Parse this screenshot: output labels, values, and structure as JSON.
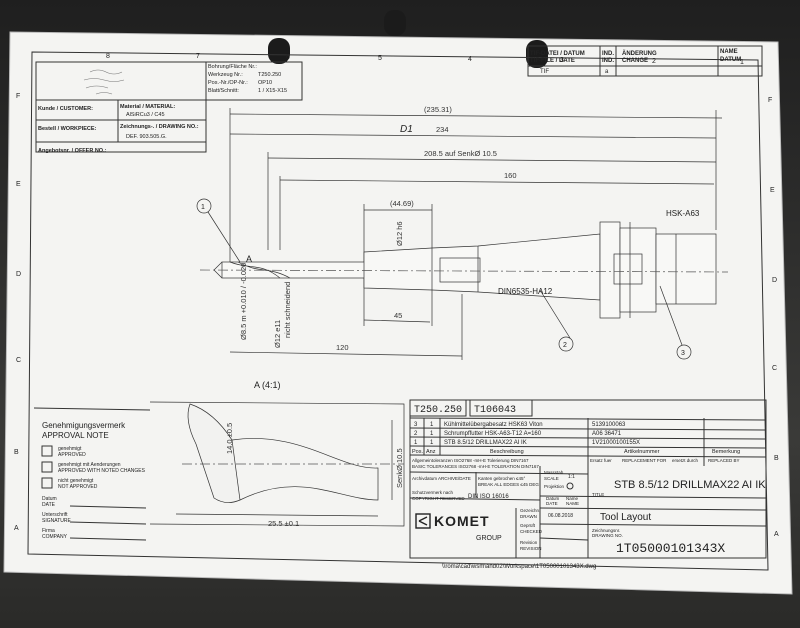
{
  "revision_table": {
    "head1": "TIF-DATEI / DATUM",
    "head1b": "TIF-FILE / DATE",
    "head2": "IND.",
    "head2b": "IND.",
    "head3": "ÄNDERUNG",
    "head3b": "CHANGE",
    "head4": "NAME",
    "head4b": "DATUM",
    "row_tif": "TIF",
    "row_ind": "a"
  },
  "top_left": {
    "k1": "Bohrung/Fläche Nr.:",
    "k2": "Werkzeug Nr.:",
    "v2": "T250.250",
    "k3": "Pos.-Nr./OP-Nr.:",
    "v3": "OP10",
    "k4": "Blatt/Schnitt:",
    "v4": "1 / X15-X15",
    "customer": "Kunde / CUSTOMER:",
    "material": "Material / MATERIAL:",
    "material_val": "AlSiRCu3 / C45",
    "workpiece": "Bestell / WORKPIECE:",
    "drawing_no": "Zeichnungs-. / DRAWING NO.:",
    "drawing_val": "DEF. 903.505.G.",
    "offer": "Angebotsnr. / OFFER NO.:"
  },
  "dims": {
    "d1": "(235.31)",
    "d2": "234",
    "d2_mark": "D1",
    "d3": "208.5 auf SenkØ 10.5",
    "d4": "160",
    "d5": "(44.69)",
    "d6": "Ø12 h6",
    "d7": "45",
    "d8": "120",
    "d9": "Ø8.5 m +0.010 / -0.020",
    "d10": "Ø12 e11",
    "d10b": "nicht schneidend",
    "hsk": "HSK-A63",
    "din": "DIN6535-HA12",
    "detail": "A (4:1)",
    "view_a": "A",
    "senk": "SenkØ 10.5",
    "d_len": "25.5 ±0.1",
    "d_dia": "14.0 ±0.5",
    "c1": "1",
    "c2": "2",
    "c3": "3"
  },
  "approval": {
    "title1": "Genehmigungsvermerk",
    "title2": "APPROVAL NOTE",
    "opt1a": "genehmigt",
    "opt1b": "APPROVED",
    "opt2a": "genehmigt mit Aenderungen",
    "opt2b": "APPROVED WITH NOTED CHANGES",
    "opt3a": "nicht genehmigt",
    "opt3b": "NOT APPROVED",
    "date_a": "Datum",
    "date_b": "DATE",
    "sig_a": "Unterschrift",
    "sig_b": "SIGNATURE",
    "firm_a": "Firma",
    "firm_b": "COMPANY"
  },
  "title_block": {
    "tool_no": "T250.250",
    "tool_no2": "T106043",
    "rows": [
      {
        "pos": "3",
        "qty": "1",
        "desc": "Kühlmittelübergabesatz HSK63 Viton",
        "part": "5139100063"
      },
      {
        "pos": "2",
        "qty": "1",
        "desc": "Schrumpffutter HSK-A63-T12 A=160",
        "part": "A06 36471"
      },
      {
        "pos": "1",
        "qty": "1",
        "desc": "STB 8.5/12 DRILLMAX22 AI IK",
        "part": "1V21000100155X"
      }
    ],
    "h_pos": "Pos.",
    "h_anz": "Anz",
    "h_desc": "Beschreibung",
    "h_art": "Artikelnummer",
    "h_bem": "Bemerkung",
    "h_ersatz": "Ersatz fuer",
    "h_replace": "REPLACEMENT FOR",
    "h_ersatzdurch": "ersetzt durch",
    "h_replaced": "REPLACED BY",
    "tol1": "Allgemeintoleranzen ISO2768 -mH-E  Tolerierung DIN7167",
    "tol2": "BASIC TOLERANCES ISO2768 -mH-E  TOLERATION DIN7167",
    "archive": "Archivdatum  ARCHIVE/DATE",
    "edges1": "Kanten gebrochen  ≤45°",
    "edges2": "BREAK ALL EDGES ≤45 DEG",
    "mass": "Massstab",
    "scale": "SCALE",
    "scale_val": "1:1",
    "projection": "Projektion",
    "title_main": "STB 8.5/12 DRILLMAX22 AI IK",
    "copyright1": "Schutzvermerk nach",
    "copyright2": "COPYRIGHT RESERVED",
    "din": "DIN ISO 16016",
    "datum": "Datum",
    "date_lbl": "DATE",
    "name_lbl": "Name",
    "name_lbl2": "NAME",
    "title_lbl": "TITLE",
    "drawn_a": "Gezeichn.",
    "drawn_b": "DRAWN",
    "drawn_date": "06.08.2018",
    "checked_a": "Geprüft",
    "checked_b": "CHECKED",
    "rev_a": "Revision",
    "rev_b": "REVISION",
    "sub_title": "Tool Layout",
    "logo": "KOMET",
    "logo_sub": "GROUP",
    "zeich_a": "Zeichnungsnr.",
    "zeich_b": "DRAWING NO.",
    "drawing_number": "1T05000101343X"
  },
  "path": "\\\\roma\\cad\\wsm\\and02\\Workspace\\1T05000101343X.dwg"
}
